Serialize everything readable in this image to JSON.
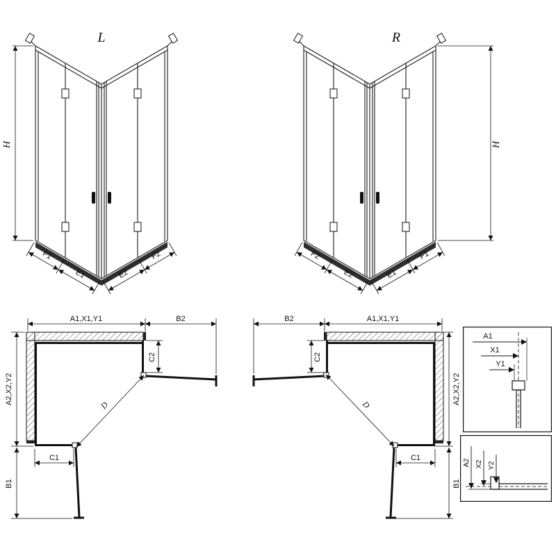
{
  "colors": {
    "ink": "#1a1a1a",
    "background": "#ffffff"
  },
  "iso_left": {
    "title": "L",
    "h": "H",
    "f1": "F1",
    "e1": "E1",
    "e2": "E2",
    "f2": "F2"
  },
  "iso_right": {
    "title": "R",
    "h": "H",
    "f1": "F1",
    "e1": "E1",
    "e2": "E2",
    "f2": "F2"
  },
  "plan_left": {
    "top_width": "A1,X1,Y1",
    "door_width": "B2",
    "side_height": "A2,X2,Y2",
    "fixed_right": "C2",
    "fixed_bottom": "C1",
    "door_height": "B1",
    "diagonal": "D"
  },
  "plan_right": {
    "top_width": "A1,X1,Y1",
    "door_width": "B2",
    "side_height": "A2,X2,Y2",
    "fixed_right": "C2",
    "fixed_bottom": "C1",
    "door_height": "B1",
    "diagonal": "D"
  },
  "detail_top": {
    "a1": "A1",
    "x1": "X1",
    "y1": "Y1"
  },
  "detail_bottom": {
    "a2": "A2",
    "x2": "X2",
    "y2": "Y2"
  }
}
